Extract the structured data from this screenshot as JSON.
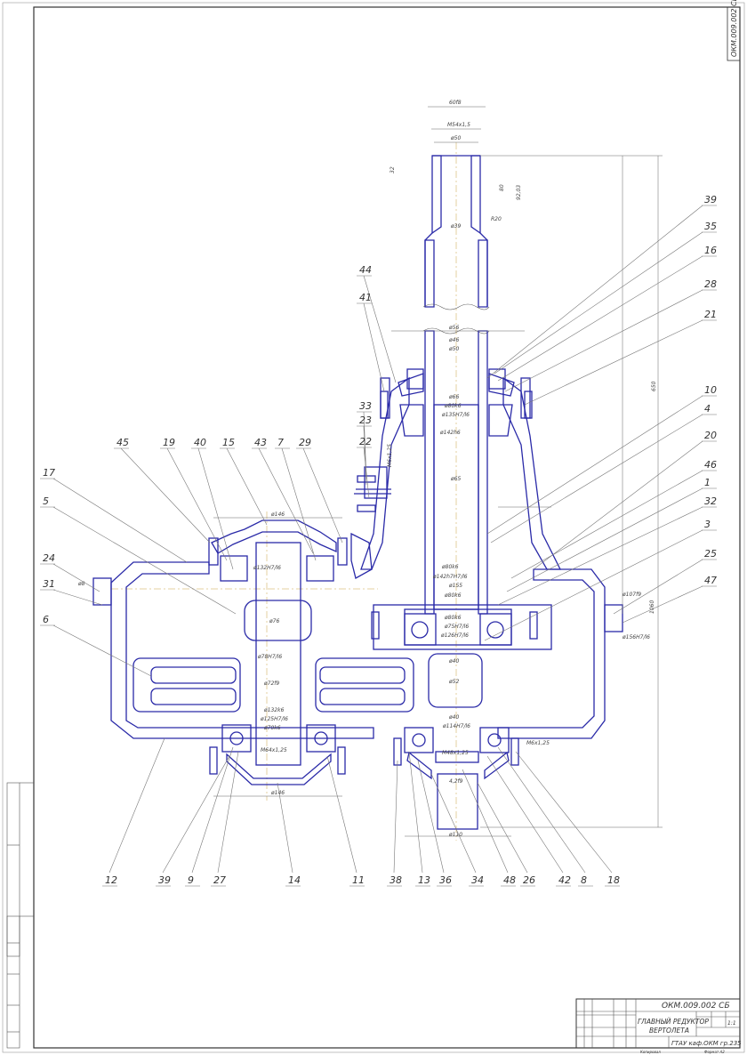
{
  "drawing": {
    "designation": "ОКМ.009.002 СБ",
    "corner_stamp": "ОКМ.009.002 СБ",
    "title_line1": "ГЛАВНЫЙ РЕДУКТОР",
    "title_line2": "ВЕРТОЛЕТА",
    "scale": "1:1",
    "organization": "ГТАУ каф.ОКМ гр.235",
    "copied_label": "Копировал",
    "format_label": "Формат A2",
    "colors": {
      "outline": "#2a2aa8",
      "hatch": "#555555",
      "axis": "#c8a040",
      "frame": "#333333"
    }
  },
  "callouts": {
    "right": [
      "39",
      "35",
      "16",
      "28",
      "21",
      "10",
      "4",
      "20",
      "46",
      "1",
      "32",
      "3",
      "25",
      "47"
    ],
    "upper": [
      "45",
      "19",
      "40",
      "15",
      "43",
      "7",
      "29"
    ],
    "tower_left": [
      "44",
      "41",
      "33",
      "23",
      "22"
    ],
    "left": [
      "17",
      "5",
      "24",
      "31",
      "6"
    ],
    "bottom": [
      "12",
      "39",
      "9",
      "27",
      "14",
      "11",
      "38",
      "13",
      "36",
      "34",
      "48",
      "26",
      "42",
      "8",
      "18"
    ]
  },
  "dimensions": [
    "60f8",
    "M54x1,5",
    "ø50",
    "ø39",
    "R20",
    "80",
    "92,03",
    "32",
    "ø56",
    "ø46",
    "ø50",
    "ø66",
    "ø80k6",
    "ø135H7/l6",
    "ø142h6",
    "ø65",
    "ø80k6",
    "ø142h7H7/l6",
    "ø155",
    "ø80k6",
    "ø80k6",
    "ø75H7/l6",
    "ø126H7/l6",
    "ø40",
    "ø52",
    "ø40",
    "ø114H7/l6",
    "M48x1,25",
    "4,2f9",
    "ø110",
    "M6x1,25",
    "ø146",
    "ø132H7/l6",
    "ø76",
    "ø78H7/l6",
    "ø72f9",
    "ø132k6",
    "ø125H7/l6",
    "ø70k6",
    "M64x1,25",
    "ø146",
    "ø8",
    "ø107f9",
    "ø156H7/l6",
    "650",
    "1060",
    "M6x1,25"
  ]
}
